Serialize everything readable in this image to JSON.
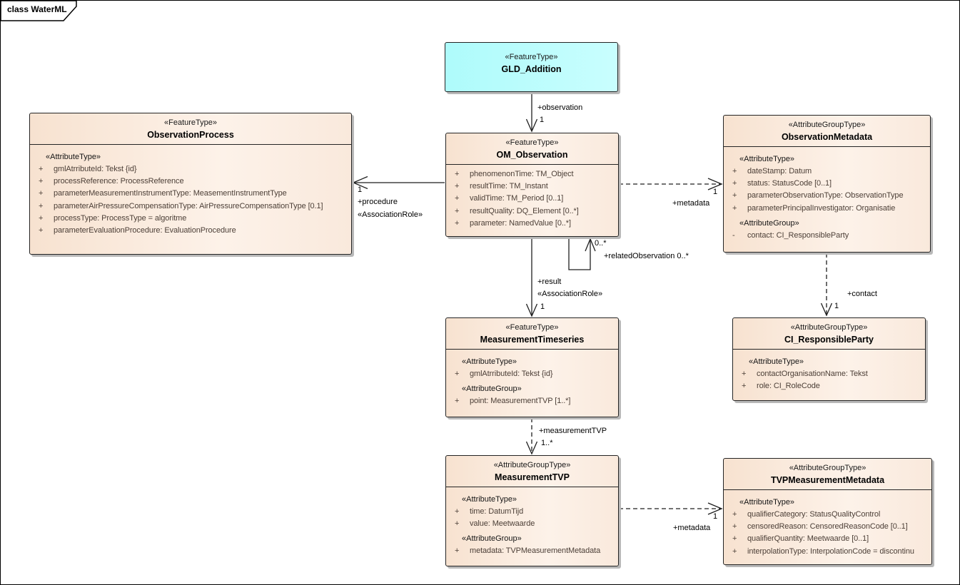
{
  "frame": {
    "title": "class WaterML"
  },
  "colors": {
    "class_fill_left": "#f7e2d0",
    "class_fill_right": "#fdf2e9",
    "feature_fill_left": "#aefbfb",
    "feature_fill_right": "#c9fefe",
    "attribute_text": "#4d4038",
    "border": "#242424",
    "shadow": "#b9b9b9"
  },
  "classes": {
    "gld_addition": {
      "stereotype": "«FeatureType»",
      "name": "GLD_Addition",
      "sections": []
    },
    "observation_process": {
      "stereotype": "«FeatureType»",
      "name": "ObservationProcess",
      "sections": [
        {
          "heading": "«AttributeType»",
          "rows": [
            {
              "vis": "+",
              "text": "gmlAtrributeId: Tekst {id}"
            },
            {
              "vis": "+",
              "text": "processReference: ProcessReference"
            },
            {
              "vis": "+",
              "text": "parameterMeasurementInstrumentType: MeasementInstrumentType"
            },
            {
              "vis": "+",
              "text": "parameterAirPressureCompensationType: AirPressureCompensationType [0.1]"
            },
            {
              "vis": "+",
              "text": "processType: ProcessType = algoritme"
            },
            {
              "vis": "+",
              "text": "parameterEvaluationProcedure: EvaluationProcedure"
            }
          ]
        }
      ]
    },
    "om_observation": {
      "stereotype": "«FeatureType»",
      "name": "OM_Observation",
      "sections": [
        {
          "heading": null,
          "rows": [
            {
              "vis": "+",
              "text": "phenomenonTime: TM_Object"
            },
            {
              "vis": "+",
              "text": "resultTime: TM_Instant"
            },
            {
              "vis": "+",
              "text": "validTime: TM_Period [0..1]"
            },
            {
              "vis": "+",
              "text": "resultQuality: DQ_Element [0..*]"
            },
            {
              "vis": "+",
              "text": "parameter: NamedValue [0..*]"
            }
          ]
        }
      ]
    },
    "observation_metadata": {
      "stereotype": "«AttributeGroupType»",
      "name": "ObservationMetadata",
      "sections": [
        {
          "heading": "«AttributeType»",
          "rows": [
            {
              "vis": "+",
              "text": "dateStamp: Datum"
            },
            {
              "vis": "+",
              "text": "status: StatusCode [0..1]"
            },
            {
              "vis": "+",
              "text": "parameterObservationType: ObservationType"
            },
            {
              "vis": "+",
              "text": "parameterPrincipalInvestigator: Organisatie"
            }
          ]
        },
        {
          "heading": "«AttributeGroup»",
          "rows": [
            {
              "vis": "-",
              "text": "contact: CI_ResponsibleParty"
            }
          ]
        }
      ]
    },
    "ci_responsibleparty": {
      "stereotype": "«AttributeGroupType»",
      "name": "CI_ResponsibleParty",
      "sections": [
        {
          "heading": "«AttributeType»",
          "rows": [
            {
              "vis": "+",
              "text": "contactOrganisationName: Tekst"
            },
            {
              "vis": "+",
              "text": "role: CI_RoleCode"
            }
          ]
        }
      ]
    },
    "measurement_timeseries": {
      "stereotype": "«FeatureType»",
      "name": "MeasurementTimeseries",
      "sections": [
        {
          "heading": "«AttributeType»",
          "rows": [
            {
              "vis": "+",
              "text": "gmlAtrributeId: Tekst {id}"
            }
          ]
        },
        {
          "heading": "«AttributeGroup»",
          "rows": [
            {
              "vis": "+",
              "text": "point: MeasurementTVP [1..*]"
            }
          ]
        }
      ]
    },
    "measurement_tvp": {
      "stereotype": "«AttributeGroupType»",
      "name": "MeasurementTVP",
      "sections": [
        {
          "heading": "«AttributeType»",
          "rows": [
            {
              "vis": "+",
              "text": "time: DatumTijd"
            },
            {
              "vis": "+",
              "text": "value: Meetwaarde"
            }
          ]
        },
        {
          "heading": "«AttributeGroup»",
          "rows": [
            {
              "vis": "+",
              "text": "metadata: TVPMeasurementMetadata"
            }
          ]
        }
      ]
    },
    "tvp_measurement_metadata": {
      "stereotype": "«AttributeGroupType»",
      "name": "TVPMeasurementMetadata",
      "sections": [
        {
          "heading": "«AttributeType»",
          "rows": [
            {
              "vis": "+",
              "text": "qualifierCategory: StatusQualityControl"
            },
            {
              "vis": "+",
              "text": "censoredReason: CensoredReasonCode [0..1]"
            },
            {
              "vis": "+",
              "text": "qualifierQuantity: Meetwaarde [0..1]"
            },
            {
              "vis": "+",
              "text": "interpolationType: InterpolationCode = discontinu"
            }
          ]
        }
      ]
    }
  },
  "connector_labels": {
    "observation_role": "+observation",
    "observation_mult": "1",
    "procedure_mult": "1",
    "procedure_role": "+procedure",
    "procedure_stereotype": "«AssociationRole»",
    "metadata_top_mult": "1",
    "metadata_top_role": "+metadata",
    "related_mult": "0..*",
    "related_role": "+relatedObservation 0..*",
    "result_role": "+result",
    "result_stereotype": "«AssociationRole»",
    "result_mult": "1",
    "contact_role": "+contact",
    "contact_mult": "1",
    "measurementtvp_role": "+measurementTVP",
    "measurementtvp_mult": "1..*",
    "metadata_bottom_mult": "1",
    "metadata_bottom_role": "+metadata"
  }
}
